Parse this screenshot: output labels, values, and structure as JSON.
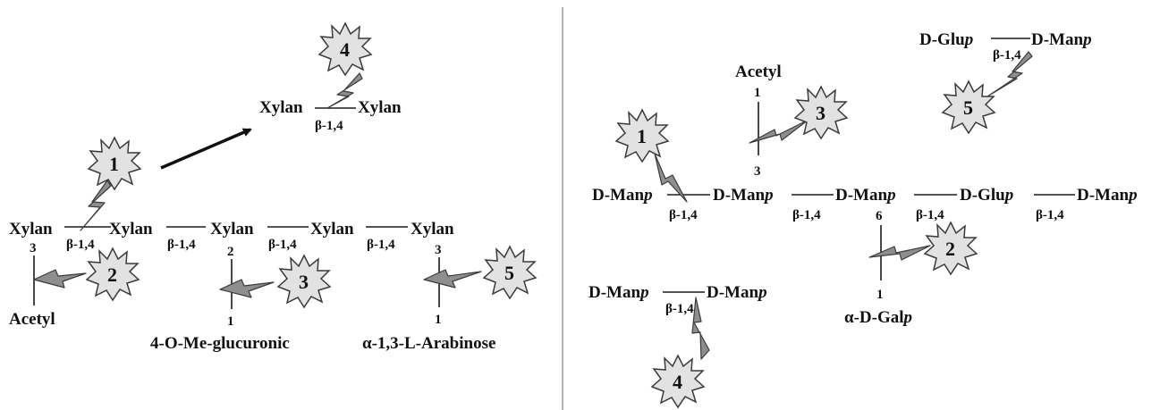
{
  "left_panel": {
    "residue": "Xylan",
    "linkage": "β-1,4",
    "acetyl": "Acetyl",
    "glucuronic": "4-O-Me-glucuronic",
    "arabinose": "α-1,3-L-Arabinose",
    "pos_3": "3",
    "pos_2": "2",
    "pos_1": "1",
    "enzymes": [
      "1",
      "2",
      "3",
      "4",
      "5"
    ]
  },
  "right_panel": {
    "manp": "D-Man",
    "glup": "D-Glu",
    "p_suffix": "p",
    "linkage": "β-1,4",
    "acetyl": "Acetyl",
    "galp_prefix": "α-D-Gal",
    "pos_1": "1",
    "pos_3": "3",
    "pos_6": "6",
    "enzymes": [
      "1",
      "2",
      "3",
      "4",
      "5"
    ]
  },
  "colors": {
    "burst_fill": "#e2e2e2",
    "bolt_fill": "#8e8e8e",
    "divider": "#9a9a9a"
  }
}
